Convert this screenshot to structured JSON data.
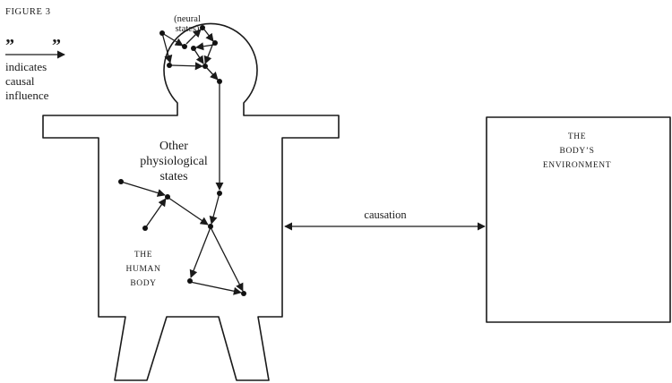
{
  "figure_label": "FIGURE 3",
  "legend": {
    "symbol_left": "”",
    "symbol_right": "”",
    "line1": "indicates",
    "line2": "causal",
    "line3": "influence"
  },
  "head_label": {
    "line1": "(neural",
    "line2": "states)"
  },
  "body_states_label": {
    "line1": "Other",
    "line2": "physiological",
    "line3": "states"
  },
  "body_label": {
    "line1": "THE",
    "line2": "HUMAN",
    "line3": "BODY"
  },
  "environment_label": {
    "line1": "THE",
    "line2": "BODY’S",
    "line3": "ENVIRONMENT"
  },
  "causation_label": "causation"
}
